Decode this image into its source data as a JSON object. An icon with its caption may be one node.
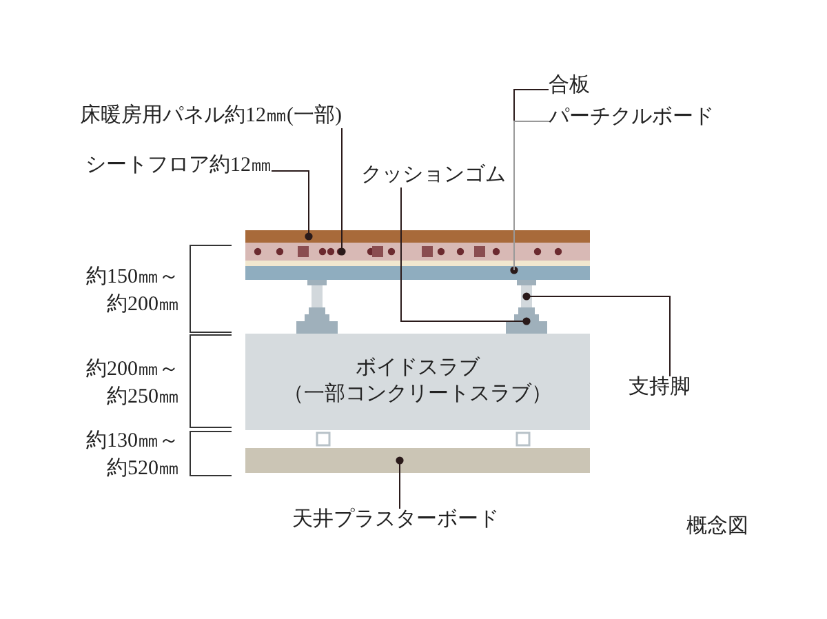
{
  "diagram": {
    "nodes": [
      {
        "text": [
          "床暖房用パネル約12㎜(一部)"
        ]
      },
      {
        "text": [
          "シートフロア約12㎜"
        ]
      },
      {
        "text": [
          "クッションゴム"
        ]
      },
      {
        "text": [
          "合板"
        ]
      },
      {
        "text": [
          "パーチクルボード"
        ]
      },
      {
        "text": [
          "支持脚"
        ]
      },
      {
        "text": [
          "天井プラスターボード"
        ]
      },
      {
        "text": [],
        "shape": "bar"
      },
      {
        "text": [],
        "shape": "bar"
      },
      {
        "text": [],
        "shape": "bar"
      },
      {
        "text": [],
        "shape": "box"
      },
      {
        "text": [],
        "shape": "box"
      },
      {
        "text": [
          "ボイドスラブ",
          "（一部コンクリートスラブ）"
        ]
      },
      {
        "text": [],
        "shape": "bar"
      }
    ],
    "edges": [
      {
        "from": 0,
        "to": 8,
        "arrow": "other"
      },
      {
        "from": 1,
        "to": 7,
        "arrow": "other"
      },
      {
        "from": 2,
        "to": 10,
        "arrow": "other"
      },
      {
        "from": 3,
        "to": 9,
        "arrow": "other"
      },
      {
        "from": 4,
        "to": 9,
        "arrow": "none",
        "color": "#999999"
      },
      {
        "from": 5,
        "to": 11,
        "arrow": "other"
      },
      {
        "from": 6,
        "to": 13,
        "arrow": "other"
      }
    ],
    "labels": [
      "約150㎜～約200㎜",
      "約200㎜～約250㎜",
      "約130㎜～約520㎜",
      "概念図"
    ]
  }
}
